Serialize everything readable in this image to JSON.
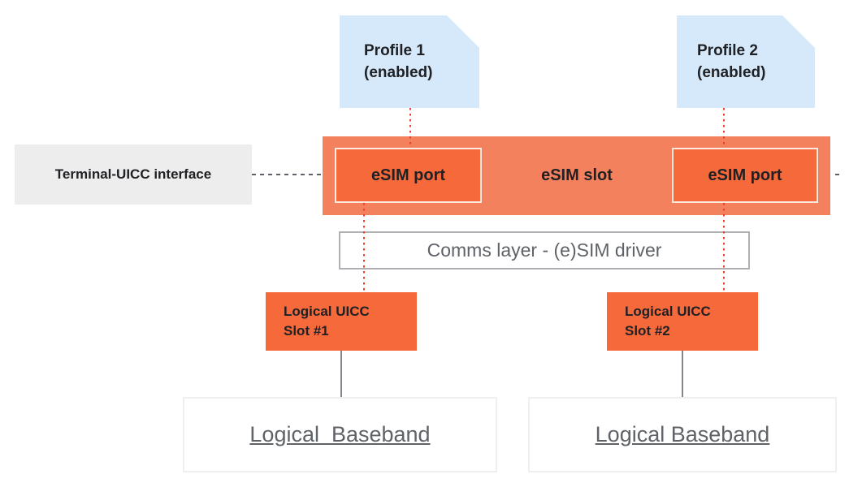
{
  "diagram": {
    "title_context": "eSIM MEP (multiple enabled profiles) architecture diagram",
    "profiles": [
      {
        "title": "Profile 1",
        "subtitle": "(enabled)"
      },
      {
        "title": "Profile 2",
        "subtitle": "(enabled)"
      }
    ],
    "terminal_interface": {
      "label": "Terminal-UICC interface"
    },
    "esim_slot": {
      "label": "eSIM slot",
      "ports": [
        {
          "label": "eSIM port"
        },
        {
          "label": "eSIM port"
        }
      ]
    },
    "comms_layer": {
      "label": "Comms layer - (e)SIM driver"
    },
    "logical_uicc_slots": [
      {
        "line1": "Logical UICC",
        "line2": "Slot #1"
      },
      {
        "line1": "Logical UICC",
        "line2": "Slot #2"
      }
    ],
    "basebands": [
      {
        "label": "Logical  Baseband"
      },
      {
        "label": "Logical Baseband"
      }
    ],
    "colors": {
      "profile_fill": "#D6E9FB",
      "esim_slot_fill": "#F4815E",
      "esim_port_fill": "#F6693B",
      "esim_port_border": "#FBE9E2",
      "uicc_slot_fill": "#F6693B",
      "terminal_fill": "#EDEDED",
      "comms_border": "#AEB0B3",
      "baseband_border": "#EFEFEF",
      "red_connector": "#EE3B26",
      "gray_connector": "#80868B",
      "dashed_connector": "#5F6368",
      "dark_text": "#202124",
      "gray_text": "#5F6368"
    }
  }
}
